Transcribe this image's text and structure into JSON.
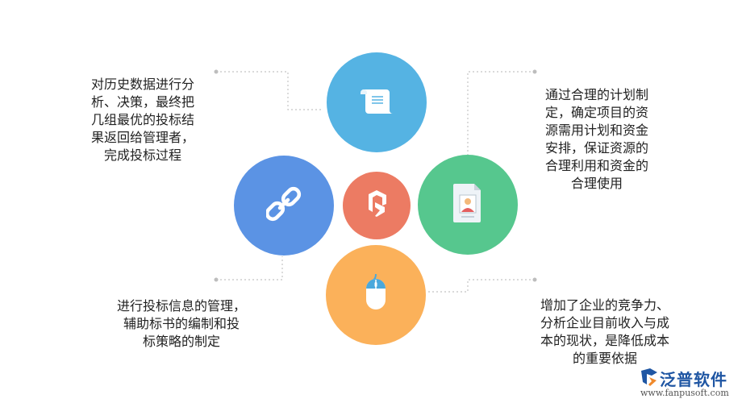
{
  "colors": {
    "top": "#55b3e3",
    "left": "#5b93e4",
    "center": "#ec7b63",
    "right": "#56c78e",
    "bottom": "#fbb15a",
    "connector": "#bdbdbd"
  },
  "nodes": {
    "top": {
      "icon": "scroll-document-icon"
    },
    "left": {
      "icon": "chain-link-icon"
    },
    "center": {
      "icon": "brand-logo-icon"
    },
    "right": {
      "icon": "id-card-document-icon"
    },
    "bottom": {
      "icon": "computer-mouse-icon"
    }
  },
  "texts": {
    "top_left": "对历史数据进行分\n析、决策，最终把\n几组最优的投标结\n果返回给管理者，\n完成投标过程",
    "top_right": "通过合理的计划制\n定，确定项目的资\n源需用计划和资金\n安排，保证资源的\n合理利用和资金的\n合理使用",
    "bottom_left": "进行投标信息的管理，\n辅助标书的编制和投\n标策略的制定",
    "bottom_right": "增加了企业的竞争力、\n分析企业目前收入与成\n本的现状，是降低成本\n的重要依据"
  },
  "watermark": {
    "name": "泛普软件",
    "url": "www.fanpusoft.com"
  }
}
